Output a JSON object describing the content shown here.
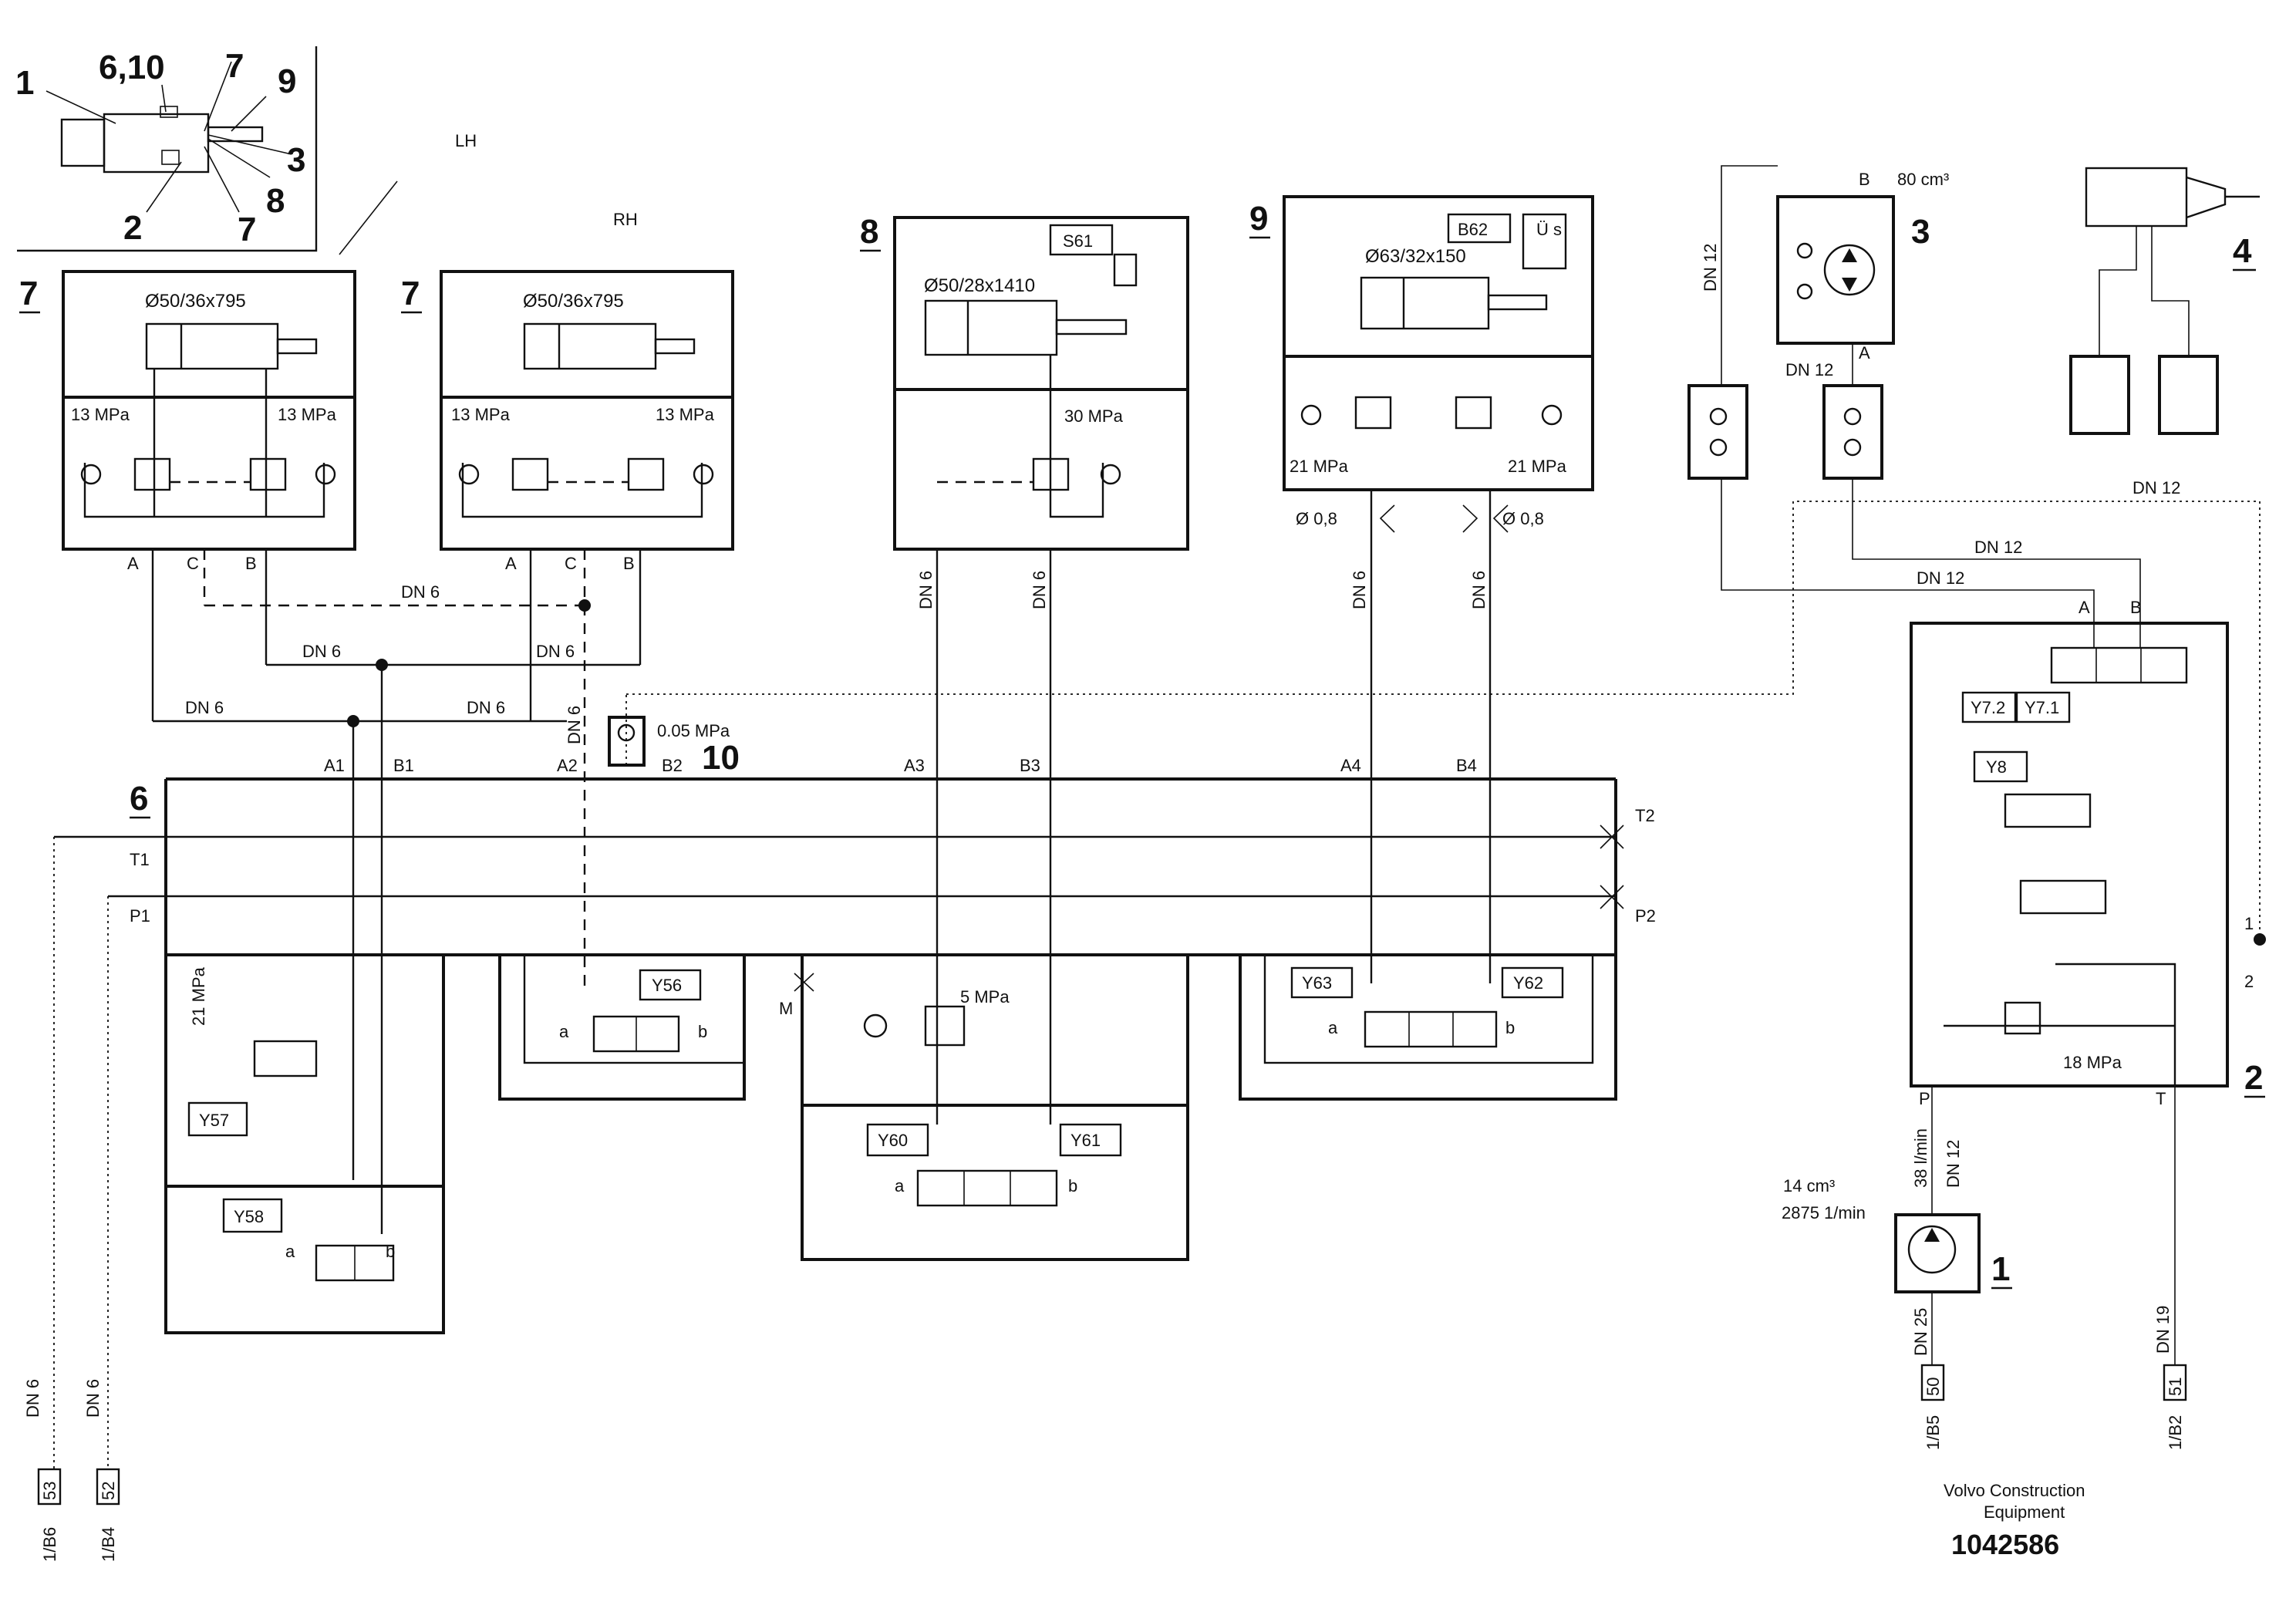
{
  "inset": {
    "labels": [
      "1",
      "6,10",
      "7",
      "9",
      "3",
      "2",
      "7",
      "8"
    ]
  },
  "side": {
    "lh": "LH",
    "rh": "RH"
  },
  "comp": {
    "c7a": {
      "num": "7",
      "dim": "Ø50/36x795",
      "p1": "13 MPa",
      "p2": "13 MPa",
      "a": "A",
      "c": "C",
      "b": "B"
    },
    "c7b": {
      "num": "7",
      "dim": "Ø50/36x795",
      "p1": "13 MPa",
      "p2": "13 MPa",
      "a": "A",
      "c": "C",
      "b": "B"
    },
    "c8": {
      "num": "8",
      "tag": "S61",
      "dim": "Ø50/28x1410",
      "p": "30 MPa"
    },
    "c9": {
      "num": "9",
      "tag": "B62",
      "sensor": "Ü s",
      "dim": "Ø63/32x150",
      "p1": "21 MPa",
      "p2": "21 MPa",
      "o1": "Ø 0,8",
      "o2": "Ø 0,8"
    },
    "c3": {
      "num": "3",
      "b": "B",
      "a": "A",
      "vol": "80 cm³"
    },
    "c4": {
      "num": "4"
    },
    "c10": {
      "num": "10",
      "p": "0.05 MPa"
    },
    "c6": {
      "num": "6",
      "ports": [
        "A1",
        "B1",
        "A2",
        "B2",
        "A3",
        "B3",
        "A4",
        "B4"
      ],
      "t1": "T1",
      "p1": "P1",
      "t2": "T2",
      "p2": "P2",
      "m": "M"
    },
    "c2": {
      "num": "2",
      "a": "A",
      "b": "B",
      "y72": "Y7.2",
      "y71": "Y7.1",
      "y8": "Y8",
      "p": "18 MPa",
      "port_p": "P",
      "port_t": "T",
      "n1": "1",
      "n2": "2"
    },
    "c1": {
      "num": "1",
      "vol": "14 cm³",
      "rpm": "2875 1/min",
      "flow": "38 l/min"
    }
  },
  "valves": {
    "y57": "Y57",
    "y58": "Y58",
    "y56": "Y56",
    "y60": "Y60",
    "y61": "Y61",
    "y63": "Y63",
    "y62": "Y62",
    "p21": "21 MPa",
    "p5": "5 MPa",
    "a": "a",
    "b": "b"
  },
  "lines": {
    "dn6": "DN 6",
    "dn12": "DN 12",
    "dn19": "DN 19",
    "dn25": "DN 25"
  },
  "refs": {
    "r53": "53",
    "r52": "52",
    "r50": "50",
    "r51": "51",
    "b6": "1/B6",
    "b4": "1/B4",
    "b5": "1/B5",
    "b2": "1/B2"
  },
  "footer": {
    "company": "Volvo Construction",
    "company2": "Equipment",
    "doc": "1042586"
  }
}
